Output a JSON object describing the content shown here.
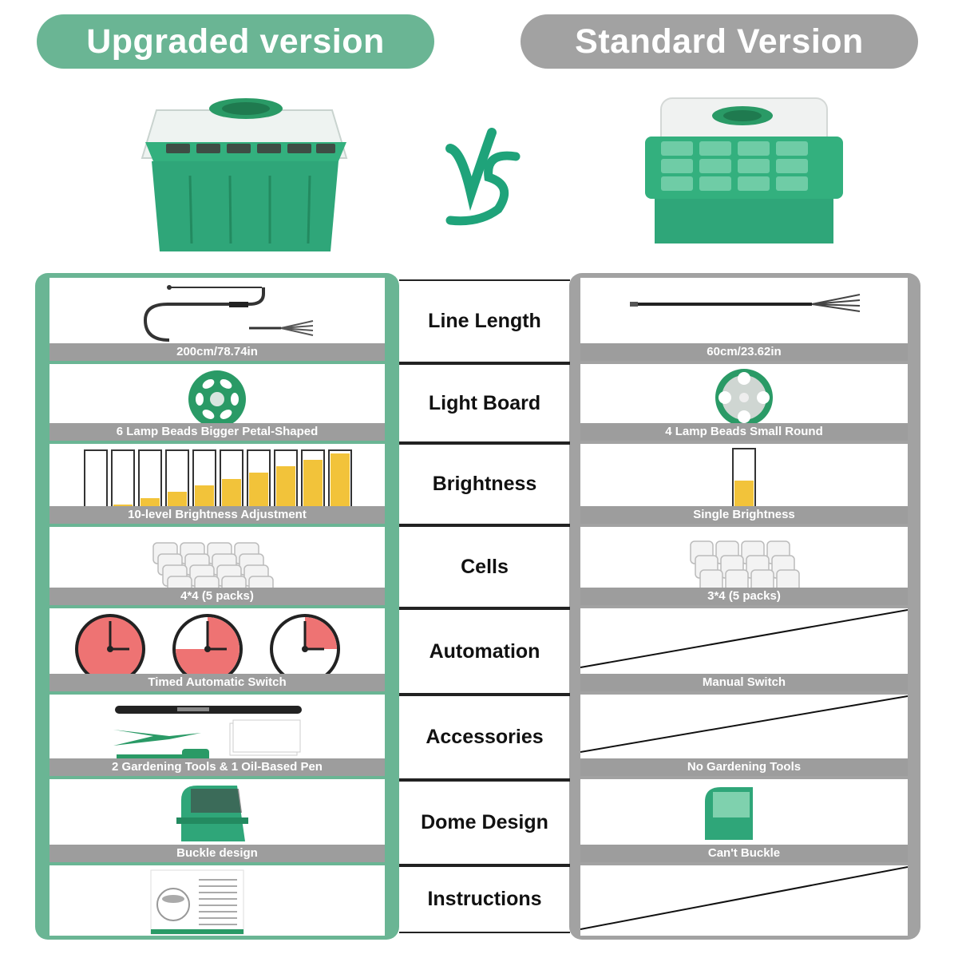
{
  "header": {
    "upgraded_title": "Upgraded version",
    "standard_title": "Standard Version"
  },
  "vs_label": "VS",
  "colors": {
    "green": "#6ab594",
    "gray": "#a2a2a2",
    "tray_green": "#2fa679",
    "strip_gray": "#9d9d9d"
  },
  "features": [
    {
      "name": "Line Length",
      "upgraded": "200cm/78.74in",
      "standard": "60cm/23.62in"
    },
    {
      "name": "Light Board",
      "upgraded": "6 Lamp Beads  Bigger Petal-Shaped",
      "standard": "4 Lamp Beads Small Round"
    },
    {
      "name": "Brightness",
      "upgraded": "10-level Brightness Adjustment",
      "standard": "Single Brightness"
    },
    {
      "name": "Cells",
      "upgraded": "4*4   (5 packs)",
      "standard": "3*4   (5 packs)"
    },
    {
      "name": "Automation",
      "upgraded": "Timed Automatic Switch",
      "standard": "Manual Switch"
    },
    {
      "name": "Accessories",
      "upgraded": "2 Gardening Tools & 1  Oil-Based Pen",
      "standard": "No Gardening Tools"
    },
    {
      "name": "Dome Design",
      "upgraded": "Buckle design",
      "standard": "Can't Buckle"
    },
    {
      "name": "Instructions",
      "upgraded": "",
      "standard": ""
    }
  ],
  "icons": [
    "usb-cable-icon",
    "light-board-icon",
    "brightness-bars-icon",
    "cell-tray-icon",
    "timer-clock-icon",
    "gardening-tools-icon",
    "dome-buckle-icon",
    "instruction-sheet-icon"
  ]
}
